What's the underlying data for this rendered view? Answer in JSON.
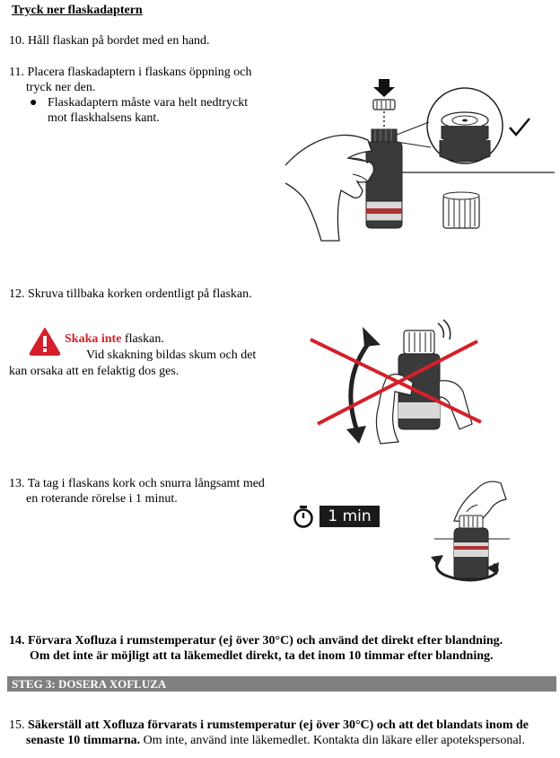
{
  "heading": "Tryck ner flaskadaptern",
  "step10": {
    "num": "10.",
    "text": "Håll flaskan på bordet med en hand."
  },
  "step11": {
    "num": "11.",
    "line1": "Placera flaskadaptern i flaskans öppning och",
    "line2": "tryck ner den.",
    "bullet": "●",
    "sub1": "Flaskadaptern måste vara helt nedtryckt",
    "sub2": "mot flaskhalsens kant."
  },
  "step12": {
    "num": "12.",
    "text": "Skruva tillbaka korken ordentligt på flaskan."
  },
  "warning": {
    "emphasis": "Skaka inte",
    "rest": " flaskan.",
    "line2": "Vid skakning bildas skum och det",
    "line3": "kan orsaka att en felaktig dos ges."
  },
  "step13": {
    "num": "13.",
    "line1": "Ta tag i flaskans kork och snurra långsamt med",
    "line2": "en roterande rörelse i 1 minut."
  },
  "timer": {
    "label": "1 min"
  },
  "step14": {
    "num": "14.",
    "line1": "Förvara Xofluza i rumstemperatur (ej över 30°C) och använd det direkt efter blandning.",
    "line2": "Om det inte är möjligt att ta läkemedlet direkt, ta det inom 10 timmar efter blandning."
  },
  "banner": "STEG 3: DOSERA XOFLUZA",
  "step15": {
    "num": "15.",
    "line1": "Säkerställ att Xofluza förvarats i rumstemperatur (ej över 30°C) och att det blandats inom de",
    "line2_bold": "senaste 10 timmarna.",
    "line2_rest": " Om inte, använd inte läkemedlet. Kontakta din läkare eller apotekspersonal."
  },
  "colors": {
    "warning_red": "#d4202a",
    "banner_gray": "#808080",
    "cross_red": "#d4202a"
  },
  "icons": [
    "arrow-down-icon",
    "checkmark-icon",
    "warning-triangle-icon",
    "stopwatch-icon",
    "rotate-arrow-icon"
  ]
}
